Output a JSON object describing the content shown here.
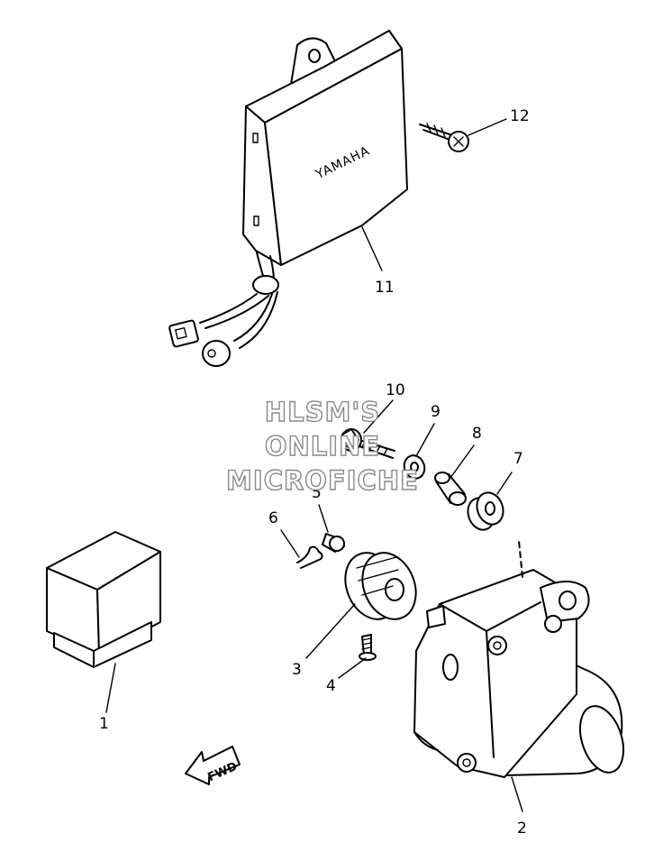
{
  "diagram": {
    "brand_label": "YAMAHA",
    "direction_label": "FWD",
    "watermark": [
      "HLSM'S",
      "ONLINE",
      "MICROFICHE"
    ],
    "callouts": [
      {
        "id": "part-1",
        "text": "1"
      },
      {
        "id": "part-2",
        "text": "2"
      },
      {
        "id": "part-3",
        "text": "3"
      },
      {
        "id": "part-4",
        "text": "4"
      },
      {
        "id": "part-5",
        "text": "5"
      },
      {
        "id": "part-6",
        "text": "6"
      },
      {
        "id": "part-7",
        "text": "7"
      },
      {
        "id": "part-8",
        "text": "8"
      },
      {
        "id": "part-9",
        "text": "9"
      },
      {
        "id": "part-10",
        "text": "10"
      },
      {
        "id": "part-11",
        "text": "11"
      },
      {
        "id": "part-12",
        "text": "12"
      }
    ]
  }
}
